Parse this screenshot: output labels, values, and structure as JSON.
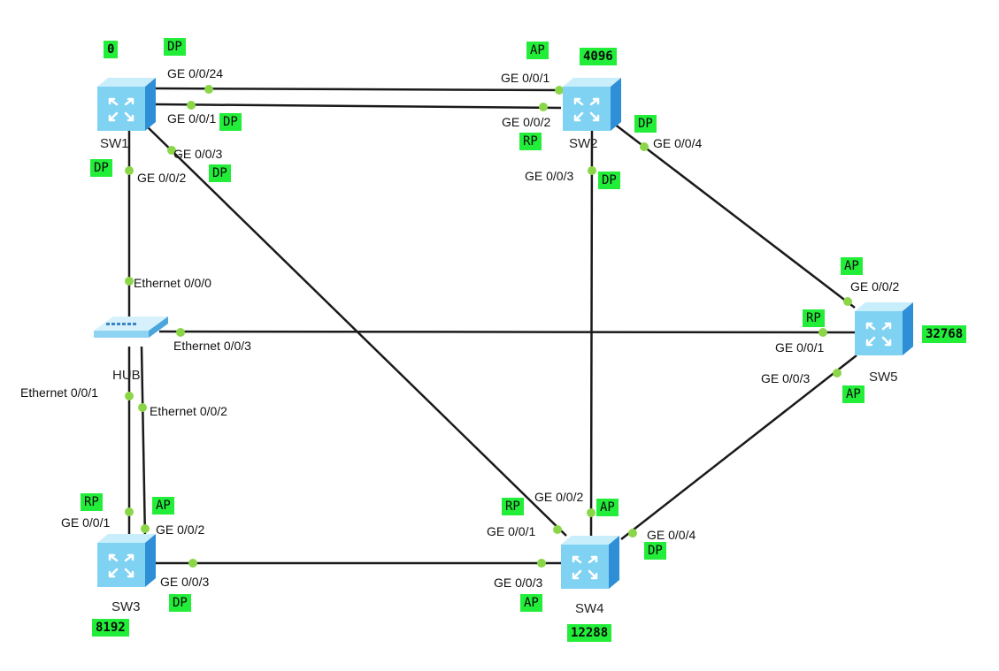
{
  "colors": {
    "link": "#1a1a1a",
    "port_dot": "#8bd648",
    "tag_bg": "#22ee3a",
    "switch_body": "#7fd2f2",
    "switch_front": "#2f8fd6"
  },
  "devices": {
    "sw1": {
      "name": "SW1",
      "priority": "0",
      "icon": "switch-icon"
    },
    "sw2": {
      "name": "SW2",
      "priority": "4096",
      "icon": "switch-icon"
    },
    "sw3": {
      "name": "SW3",
      "priority": "8192",
      "icon": "switch-icon"
    },
    "sw4": {
      "name": "SW4",
      "priority": "12288",
      "icon": "switch-icon"
    },
    "sw5": {
      "name": "SW5",
      "priority": "32768",
      "icon": "switch-icon"
    },
    "hub": {
      "name": "HUB",
      "icon": "hub-icon"
    }
  },
  "ports": {
    "sw1_ge24": "GE 0/0/24",
    "sw1_ge1": "GE 0/0/1",
    "sw1_ge3": "GE 0/0/3",
    "sw1_ge2": "GE 0/0/2",
    "sw2_ge1": "GE 0/0/1",
    "sw2_ge2": "GE 0/0/2",
    "sw2_ge3": "GE 0/0/3",
    "sw2_ge4": "GE 0/0/4",
    "sw5_ge2": "GE 0/0/2",
    "sw5_ge1": "GE 0/0/1",
    "sw5_ge3": "GE 0/0/3",
    "hub_e0": "Ethernet 0/0/0",
    "hub_e3": "Ethernet 0/0/3",
    "hub_e1": "Ethernet 0/0/1",
    "hub_e2": "Ethernet 0/0/2",
    "sw3_ge1": "GE 0/0/1",
    "sw3_ge2": "GE 0/0/2",
    "sw3_ge3": "GE 0/0/3",
    "sw4_ge2": "GE 0/0/2",
    "sw4_ge1": "GE 0/0/1",
    "sw4_ge4": "GE 0/0/4",
    "sw4_ge3": "GE 0/0/3"
  },
  "roles": {
    "sw1_ge24": "DP",
    "sw1_ge1": "DP",
    "sw1_ge3": "DP",
    "sw1_ge2": "DP",
    "sw2_ge1": "AP",
    "sw2_ge2": "RP",
    "sw2_ge3": "DP",
    "sw2_ge4": "DP",
    "sw5_ge2": "AP",
    "sw5_ge1": "RP",
    "sw5_ge3": "AP",
    "sw3_ge1": "RP",
    "sw3_ge2": "AP",
    "sw3_ge3": "DP",
    "sw4_ge1": "RP",
    "sw4_ge2": "AP",
    "sw4_ge4": "DP",
    "sw4_ge3": "AP"
  }
}
